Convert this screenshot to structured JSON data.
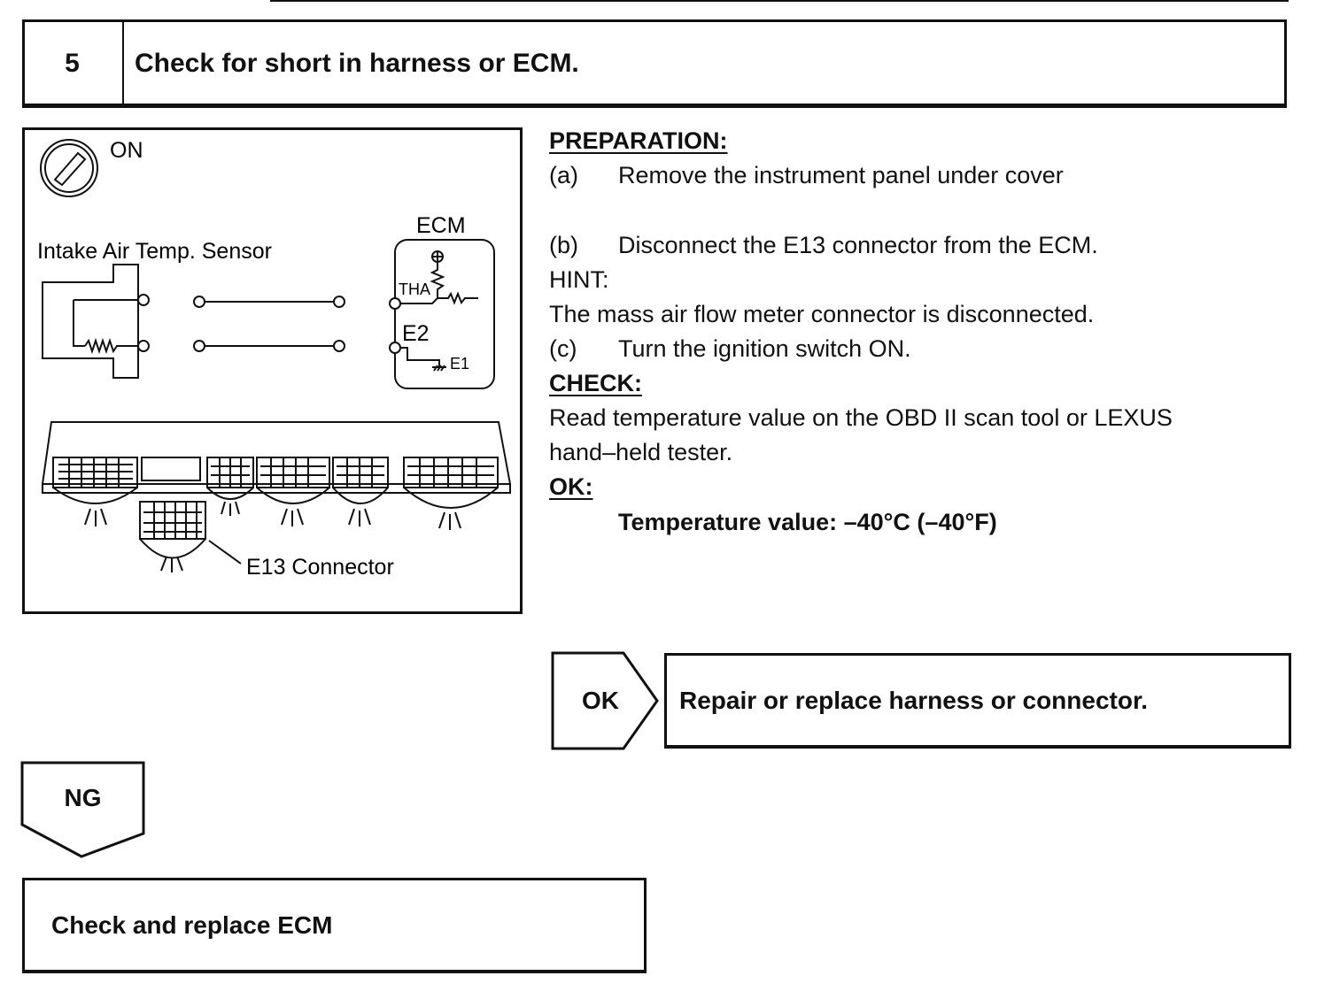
{
  "step": {
    "number": "5",
    "title": "Check for short in harness or ECM."
  },
  "diagram": {
    "ignition_label": "ON",
    "sensor_label": "Intake Air Temp. Sensor",
    "ecm_label": "ECM",
    "tha_label": "THA",
    "e2_label": "E2",
    "e1_label": "E1",
    "connector_label": "E13 Connector"
  },
  "procedure": {
    "preparation_heading": "PREPARATION:",
    "step_a_label": "(a)",
    "step_a_text": "Remove the instrument panel under cover",
    "step_b_label": "(b)",
    "step_b_text": "Disconnect the E13 connector from the ECM.",
    "hint_heading": "HINT:",
    "hint_text": "The mass air flow meter connector is disconnected.",
    "step_c_label": "(c)",
    "step_c_text": "Turn the ignition switch ON.",
    "check_heading": "CHECK:",
    "check_text_line1": "Read temperature value on the OBD II scan tool or LEXUS",
    "check_text_line2": "hand–held tester.",
    "ok_heading": "OK:",
    "ok_spec": "Temperature value: –40°C (–40°F)"
  },
  "results": {
    "ok_label": "OK",
    "ok_action": "Repair or replace harness or connector.",
    "ng_label": "NG",
    "ng_action": "Check and replace ECM"
  }
}
